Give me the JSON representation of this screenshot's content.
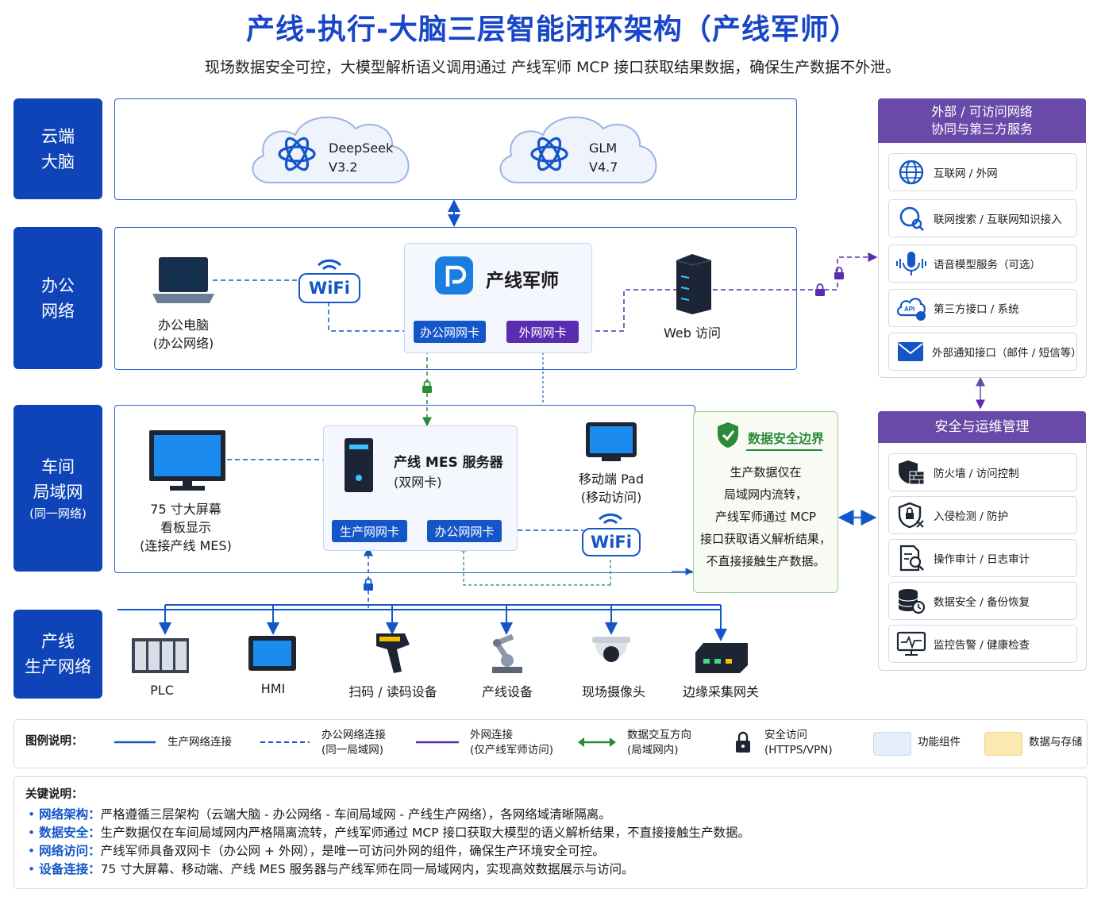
{
  "title": "产线-执行-大脑三层智能闭环架构（产线军师）",
  "subtitle": "现场数据安全可控，大模型解析语义调用通过 产线军师 MCP 接口获取结果数据，确保生产数据不外泄。",
  "layers": {
    "cloud": [
      "云端",
      "大脑"
    ],
    "office": [
      "办公",
      "网络"
    ],
    "workshop": [
      "车间",
      "局域网",
      "(同一网络)"
    ],
    "production": [
      "产线",
      "生产网络"
    ]
  },
  "cloud": {
    "models": [
      {
        "name": "DeepSeek",
        "version": "V3.2"
      },
      {
        "name": "GLM",
        "version": "V4.7"
      }
    ]
  },
  "office": {
    "pc_label": [
      "办公电脑",
      "(办公网络)"
    ],
    "wifi": "WiFi",
    "advisor_name": "产线军师",
    "nic_office": "办公网网卡",
    "nic_external": "外网网卡",
    "web_access": "Web 访问"
  },
  "workshop": {
    "screen_label": [
      "75 寸大屏幕",
      "看板显示",
      "(连接产线 MES)"
    ],
    "mes_title": "产线 MES 服务器",
    "mes_sub": "(双网卡)",
    "nic_production": "生产网网卡",
    "nic_office": "办公网网卡",
    "pad_label": [
      "移动端 Pad",
      "(移动访问)"
    ],
    "wifi": "WiFi"
  },
  "security_boundary": {
    "title": "数据安全边界",
    "lines": [
      "生产数据仅在",
      "局域网内流转，",
      "产线军师通过 MCP",
      "接口获取语义解析结果，",
      "不直接接触生产数据。"
    ]
  },
  "production_devices": [
    "PLC",
    "HMI",
    "扫码 / 读码设备",
    "产线设备",
    "现场摄像头",
    "边缘采集网关"
  ],
  "external_panel": {
    "title": [
      "外部 / 可访问网络",
      "协同与第三方服务"
    ],
    "items": [
      {
        "icon": "globe-icon",
        "label": "互联网 / 外网"
      },
      {
        "icon": "web-search-icon",
        "label": "联网搜索 / 互联网知识接入"
      },
      {
        "icon": "microphone-icon",
        "label": "语音模型服务（可选）"
      },
      {
        "icon": "api-cloud-icon",
        "label": "第三方接口 / 系统"
      },
      {
        "icon": "mail-icon",
        "label": "外部通知接口（邮件 / 短信等）"
      }
    ]
  },
  "security_panel": {
    "title": "安全与运维管理",
    "items": [
      {
        "icon": "firewall-icon",
        "label": "防火墙 / 访问控制"
      },
      {
        "icon": "intrusion-shield-icon",
        "label": "入侵检测 / 防护"
      },
      {
        "icon": "audit-log-icon",
        "label": "操作审计 / 日志审计"
      },
      {
        "icon": "database-backup-icon",
        "label": "数据安全 / 备份恢复"
      },
      {
        "icon": "monitor-alert-icon",
        "label": "监控告警 / 健康检查"
      }
    ]
  },
  "legend": {
    "title": "图例说明：",
    "items": [
      {
        "label": [
          "生产网络连接"
        ],
        "color": "#1456c8"
      },
      {
        "label": [
          "办公网络连接",
          "(同一局域网)"
        ],
        "color": "#1456c8"
      },
      {
        "label": [
          "外网连接",
          "(仅产线军师访问)"
        ],
        "color": "#5a2db0"
      },
      {
        "label": [
          "数据交互方向",
          "(局域网内)"
        ],
        "color": "#2a8a3a"
      },
      {
        "label": [
          "安全访问",
          "(HTTPS/VPN)"
        ],
        "color": "#1a1a1a"
      },
      {
        "label": [
          "功能组件"
        ],
        "color": "#e6eefa"
      },
      {
        "label": [
          "数据与存储"
        ],
        "color": "#fbe9b0"
      }
    ]
  },
  "notes": {
    "title": "关键说明：",
    "items": [
      {
        "key": "网络架构：",
        "text": "严格遵循三层架构（云端大脑 - 办公网络 - 车间局域网 - 产线生产网络），各网络域清晰隔离。"
      },
      {
        "key": "数据安全：",
        "text": "生产数据仅在车间局域网内严格隔离流转，产线军师通过 MCP 接口获取大模型的语义解析结果，不直接接触生产数据。"
      },
      {
        "key": "网络访问：",
        "text": "产线军师具备双网卡（办公网 + 外网），是唯一可访问外网的组件，确保生产环境安全可控。"
      },
      {
        "key": "设备连接：",
        "text": "75 寸大屏幕、移动端、产线 MES 服务器与产线军师在同一局域网内，实现高效数据展示与访问。"
      }
    ]
  }
}
